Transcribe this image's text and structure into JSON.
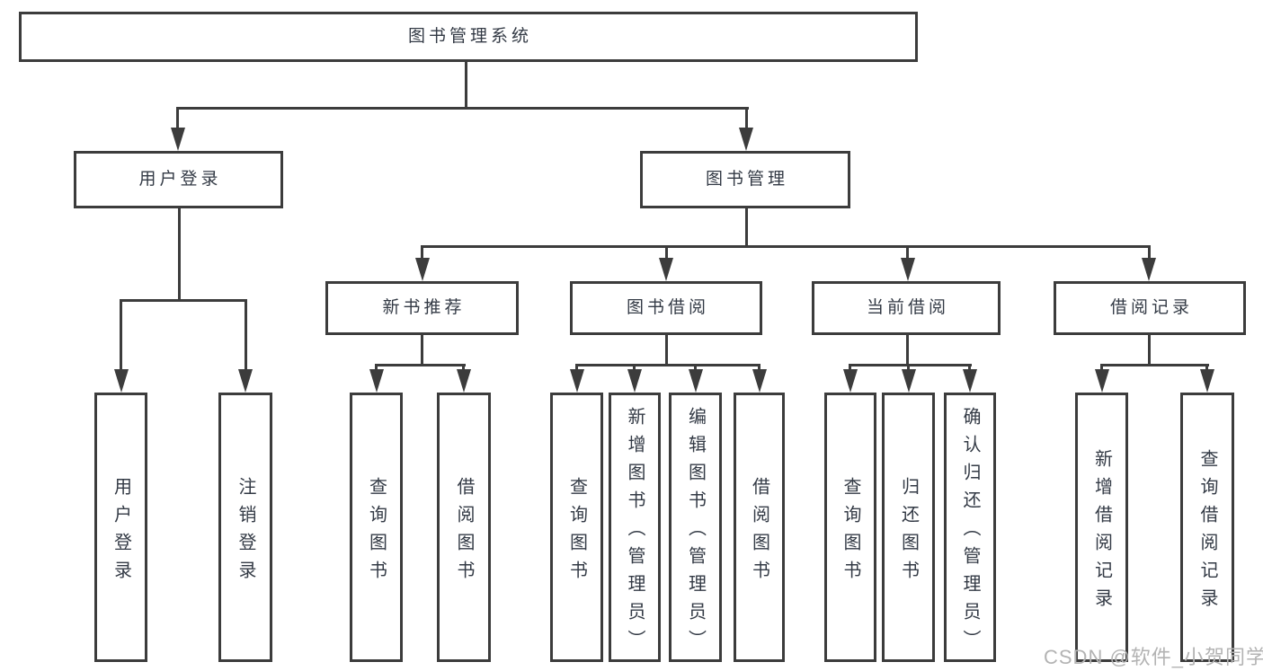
{
  "nodes": {
    "root": "图书管理系统",
    "user_login": "用户登录",
    "book_mgmt": "图书管理",
    "new_book_rec": "新书推荐",
    "book_borrow": "图书借阅",
    "current_borrow": "当前借阅",
    "borrow_record": "借阅记录",
    "leaf_user_login": "用户登录",
    "leaf_logout": "注销登录",
    "leaf_rec_query_book": "查询图书",
    "leaf_rec_borrow_book": "借阅图书",
    "leaf_bor_query_book": "查询图书",
    "leaf_bor_add_book": "新增图书（管理员）",
    "leaf_bor_edit_book": "编辑图书（管理员）",
    "leaf_bor_borrow_book": "借阅图书",
    "leaf_cur_query_book": "查询图书",
    "leaf_cur_return_book": "归还图书",
    "leaf_cur_confirm_return": "确认归还（管理员）",
    "leaf_rec2_add_record": "新增借阅记录",
    "leaf_rec2_query_record": "查询借阅记录"
  },
  "watermark": "CSDN @软件_小贺同学",
  "colors": {
    "line": "#3c3c3c",
    "text": "#333a45",
    "background": "#ffffff",
    "watermark": "#b3b3b3"
  }
}
